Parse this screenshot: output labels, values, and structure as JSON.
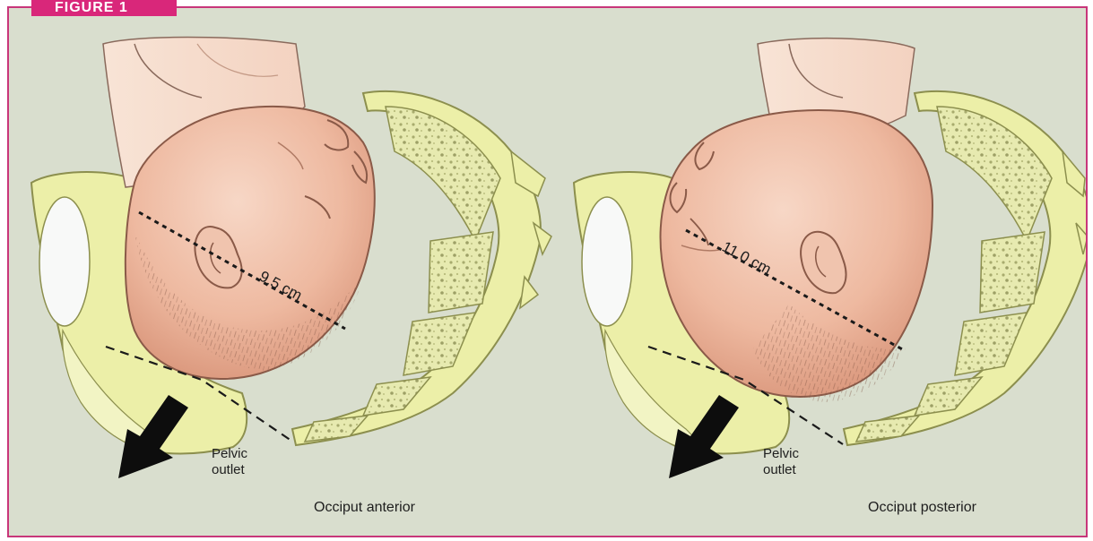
{
  "figure_tab": "FIGURE 1",
  "left_panel": {
    "measure": "9.5 cm",
    "outlet_line1": "Pelvic",
    "outlet_line2": "outlet",
    "caption": "Occiput anterior"
  },
  "right_panel": {
    "measure": "11.0 cm",
    "outlet_line1": "Pelvic",
    "outlet_line2": "outlet",
    "caption": "Occiput posterior"
  },
  "colors": {
    "frame": "#c8367a",
    "background": "#d9dece",
    "bone": "#ecefa8",
    "skin": "#efbfa8",
    "arrow": "#0d0d0d"
  }
}
